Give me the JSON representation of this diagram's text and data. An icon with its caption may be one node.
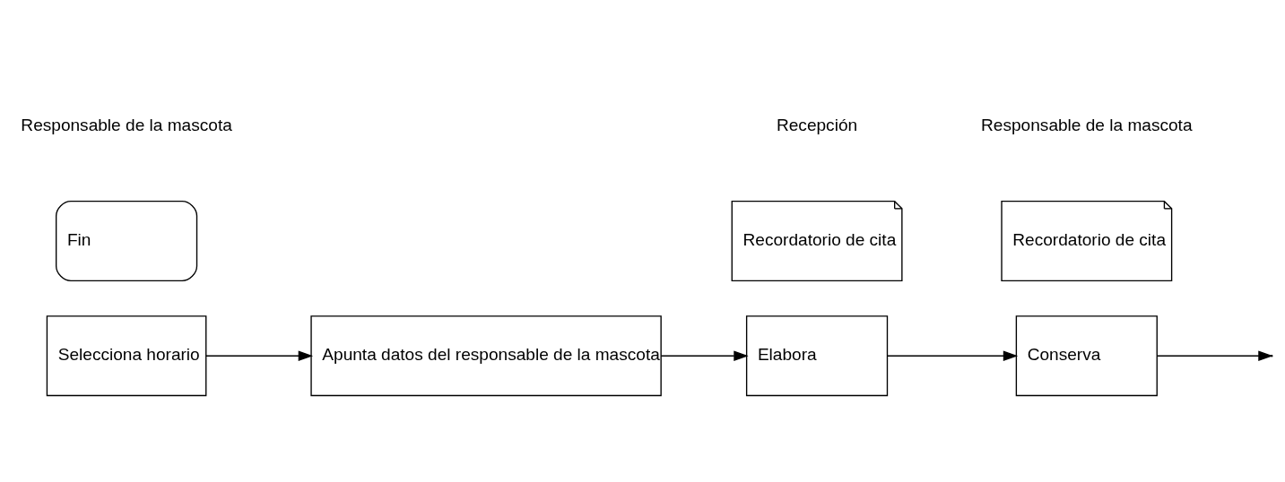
{
  "diagram": {
    "nodes": [
      {
        "text": [
          "Selecciona horario"
        ]
      },
      {
        "text": [
          "Apunta datos del responsable de la mascota"
        ]
      },
      {
        "text": [
          "Elabora"
        ]
      },
      {
        "text": [
          "Recordatorio de cita"
        ]
      },
      {
        "text": [
          "Conserva"
        ]
      },
      {
        "text": [
          "Recordatorio de cita"
        ]
      },
      {
        "text": [
          "Fin"
        ]
      }
    ],
    "edges": [
      {
        "from": 0,
        "to": 1,
        "arrow": "to"
      },
      {
        "from": 1,
        "to": 2,
        "arrow": "to"
      },
      {
        "from": 2,
        "to": 4,
        "arrow": "to"
      },
      {
        "from": 4,
        "to": null,
        "arrow": "to"
      }
    ],
    "labels": [
      "Responsable de la mascota",
      "Recepción",
      "Responsable de la mascota"
    ]
  }
}
